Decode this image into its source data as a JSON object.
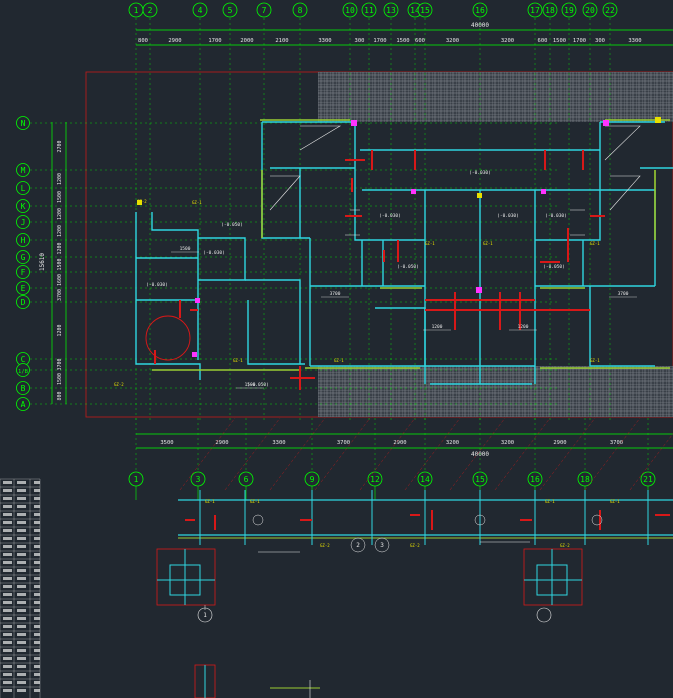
{
  "drawing": {
    "colors": {
      "background": "#212830",
      "axis": "#00ff00",
      "wall": "#2fd6e0",
      "column": "#d81818",
      "boundary": "#c41a1a",
      "dim_text": "#e8e8e8",
      "yellow": "#e8e000",
      "magenta": "#ff33ff",
      "hatch": "#8a8f96"
    },
    "top_axes": [
      "1",
      "2",
      "4",
      "5",
      "7",
      "8",
      "10",
      "11",
      "13",
      "14",
      "15",
      "16",
      "17",
      "18",
      "19",
      "20",
      "22"
    ],
    "top_total": "40000",
    "top_dims": [
      "800",
      "2900",
      "1700",
      "2000",
      "2100",
      "3300",
      "300",
      "1700",
      "1500",
      "600",
      "3200",
      "3200",
      "600",
      "1500",
      "1700",
      "300",
      "3300"
    ],
    "left_axes": [
      "N",
      "M",
      "L",
      "K",
      "J",
      "H",
      "G",
      "F",
      "E",
      "D",
      "C",
      "1/B",
      "B",
      "A"
    ],
    "left_dims": [
      "2700",
      "1200",
      "1500",
      "1200",
      "1200",
      "1200",
      "1500",
      "1600",
      "3700",
      "1200",
      "3700",
      "1500",
      "800"
    ],
    "left_total": "15610",
    "bottom_axes": [
      "1",
      "3",
      "6",
      "9",
      "12",
      "14",
      "15",
      "16",
      "18",
      "21"
    ],
    "bottom_dims": [
      "3500",
      "2900",
      "3300",
      "3700",
      "2900",
      "3200",
      "3200",
      "2900",
      "3700"
    ],
    "bottom_total": "40000",
    "room_levels": [
      "(-0.030)",
      "(-0.030)",
      "(-0.030)",
      "(-0.030)",
      "(-0.030)",
      "(-0.030)",
      "(-0.050)",
      "(-0.050)",
      "(-0.050)",
      "(-0.050)"
    ],
    "room_dims": [
      "3700",
      "3700",
      "1500",
      "1500",
      "1200",
      "1200"
    ],
    "section_marks": [
      "1",
      "2",
      "3"
    ],
    "side_table_rows": 27
  }
}
